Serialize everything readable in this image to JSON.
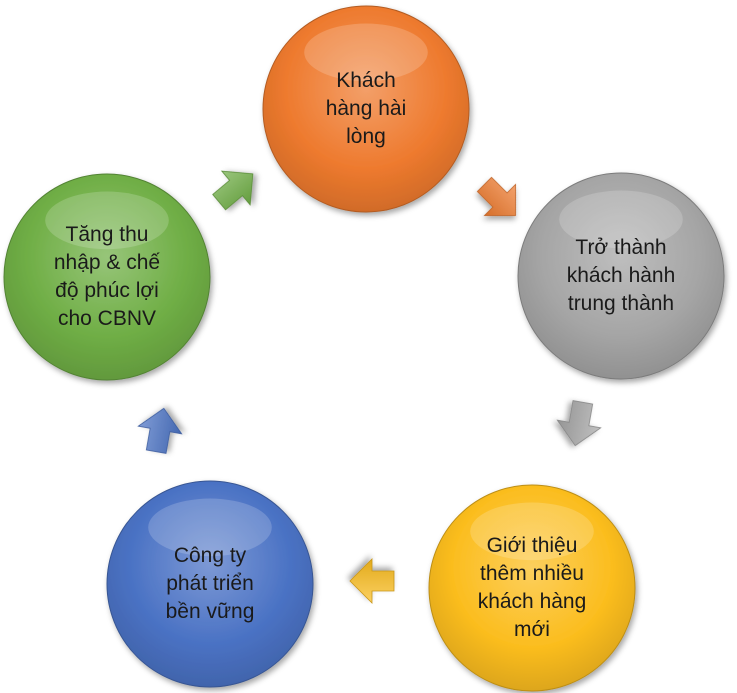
{
  "diagram": {
    "type": "cycle",
    "nodes": [
      {
        "id": "satisfied",
        "lines": [
          "Khách",
          "hàng hài",
          "lòng"
        ],
        "color": "#ee7a2e",
        "text_color": "#1a1a1a"
      },
      {
        "id": "loyal",
        "lines": [
          "Trở thành",
          "khách hành",
          "trung thành"
        ],
        "color": "#a5a5a5",
        "text_color": "#1a1a1a"
      },
      {
        "id": "referral",
        "lines": [
          "Giới thiệu",
          "thêm nhiều",
          "khách hàng",
          "mới"
        ],
        "color": "#fbbd1e",
        "text_color": "#1a1a1a"
      },
      {
        "id": "sustainable",
        "lines": [
          "Công ty",
          "phát triển",
          "bền vững"
        ],
        "color": "#4a72c4",
        "text_color": "#1a1a1a"
      },
      {
        "id": "income",
        "lines": [
          "Tăng thu",
          "nhập & chế",
          "độ phúc lợi",
          "cho CBNV"
        ],
        "color": "#6fae45",
        "text_color": "#1a1a1a"
      }
    ],
    "arrows": [
      {
        "from": "satisfied",
        "to": "loyal",
        "color": "#ee7a2e"
      },
      {
        "from": "loyal",
        "to": "referral",
        "color": "#a5a5a5"
      },
      {
        "from": "referral",
        "to": "sustainable",
        "color": "#fbbd1e"
      },
      {
        "from": "sustainable",
        "to": "income",
        "color": "#4a72c4"
      },
      {
        "from": "income",
        "to": "satisfied",
        "color": "#6fae45"
      }
    ]
  }
}
